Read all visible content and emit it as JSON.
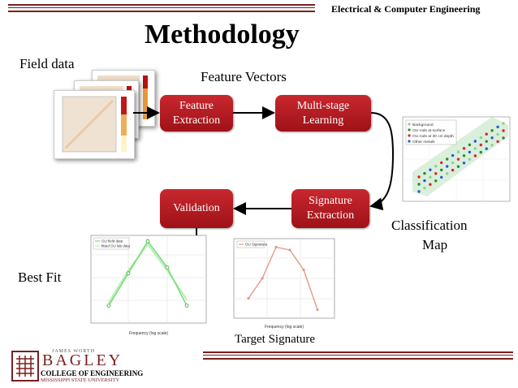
{
  "header": {
    "department": "Electrical & Computer Engineering"
  },
  "slide": {
    "title": "Methodology"
  },
  "labels": {
    "field_data": "Field data",
    "feature_vectors": "Feature Vectors",
    "classification_map_line1": "Classification",
    "classification_map_line2": "Map",
    "best_fit": "Best Fit",
    "target_signature": "Target Signature"
  },
  "flow": {
    "feature_extraction": [
      "Feature",
      "Extraction"
    ],
    "multistage_learning": [
      "Multi-stage",
      "Learning"
    ],
    "signature_extraction": [
      "Signature",
      "Extraction"
    ],
    "validation": "Validation"
  },
  "classification_legend": [
    "Background",
    "OU rods at surface",
    "OU rods at 30 cm depth",
    "Other metals"
  ],
  "best_fit_legend": [
    "OU field data",
    "fitted OU lab data"
  ],
  "target_legend": [
    "OU Signature"
  ],
  "logo": {
    "top": "JAMES WORTH",
    "name": "BAGLEY",
    "college": "COLLEGE OF ENGINEERING",
    "university": "MISSISSIPPI STATE UNIVERSITY"
  },
  "colors": {
    "accent": "#b01c22",
    "dark_rule": "#7a1f1f",
    "fit_green": "#7ddc7d",
    "target_line": "#e39b82"
  },
  "chart_data": [
    {
      "type": "line",
      "title": "",
      "xlabel": "Frequency (log scale)",
      "ylabel": "",
      "series": [
        {
          "name": "OU field data",
          "x": [
            1,
            2,
            3,
            4,
            5
          ],
          "values": [
            30,
            85,
            140,
            95,
            30
          ]
        },
        {
          "name": "fitted OU lab data",
          "x": [
            1,
            2,
            3,
            4,
            5
          ],
          "values": [
            35,
            90,
            135,
            90,
            40
          ]
        }
      ]
    },
    {
      "type": "line",
      "title": "",
      "xlabel": "Frequency (log scale)",
      "ylabel": "",
      "series": [
        {
          "name": "OU Signature",
          "x": [
            1,
            2,
            3,
            4,
            5,
            6
          ],
          "values": [
            3.5,
            7,
            12.5,
            12,
            8.5,
            1.5
          ]
        }
      ]
    }
  ]
}
